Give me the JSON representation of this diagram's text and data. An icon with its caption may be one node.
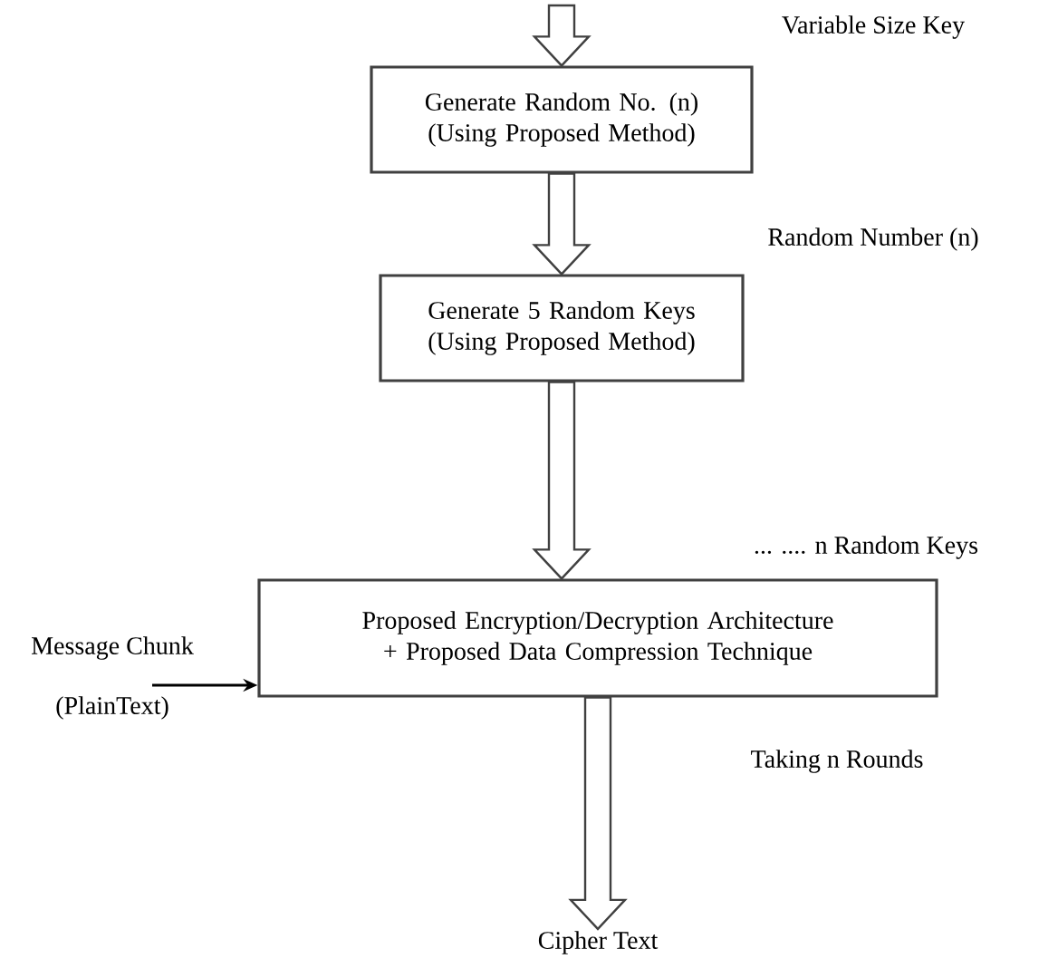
{
  "diagram": {
    "nodes": [
      {
        "text": [
          "Generate Random No. (n) (Using Proposed Method)"
        ]
      },
      {
        "text": [
          "Generate 5 Random Keys (Using Proposed Method)"
        ]
      },
      {
        "text": [
          "Proposed Encryption/Decryption Architecture + Proposed Data Compression Technique"
        ]
      },
      {
        "text": [
          "Cipher Text"
        ]
      },
      {
        "text": [
          "Message Chunk",
          "(PlainText)"
        ]
      }
    ],
    "edges": [
      {
        "from": null,
        "to": 0,
        "arrow": "to",
        "style": "thick"
      },
      {
        "from": 0,
        "to": 1,
        "arrow": "to",
        "style": "thick"
      },
      {
        "from": 1,
        "to": 2,
        "arrow": "to",
        "style": "thick"
      },
      {
        "from": 2,
        "to": 3,
        "arrow": "to",
        "style": "thick"
      },
      {
        "from": 4,
        "to": 2,
        "arrow": "to"
      }
    ],
    "labels": [
      "Variable Size Key",
      "Random Number (n)",
      "... .... n Random Keys",
      "Taking n Rounds"
    ]
  }
}
